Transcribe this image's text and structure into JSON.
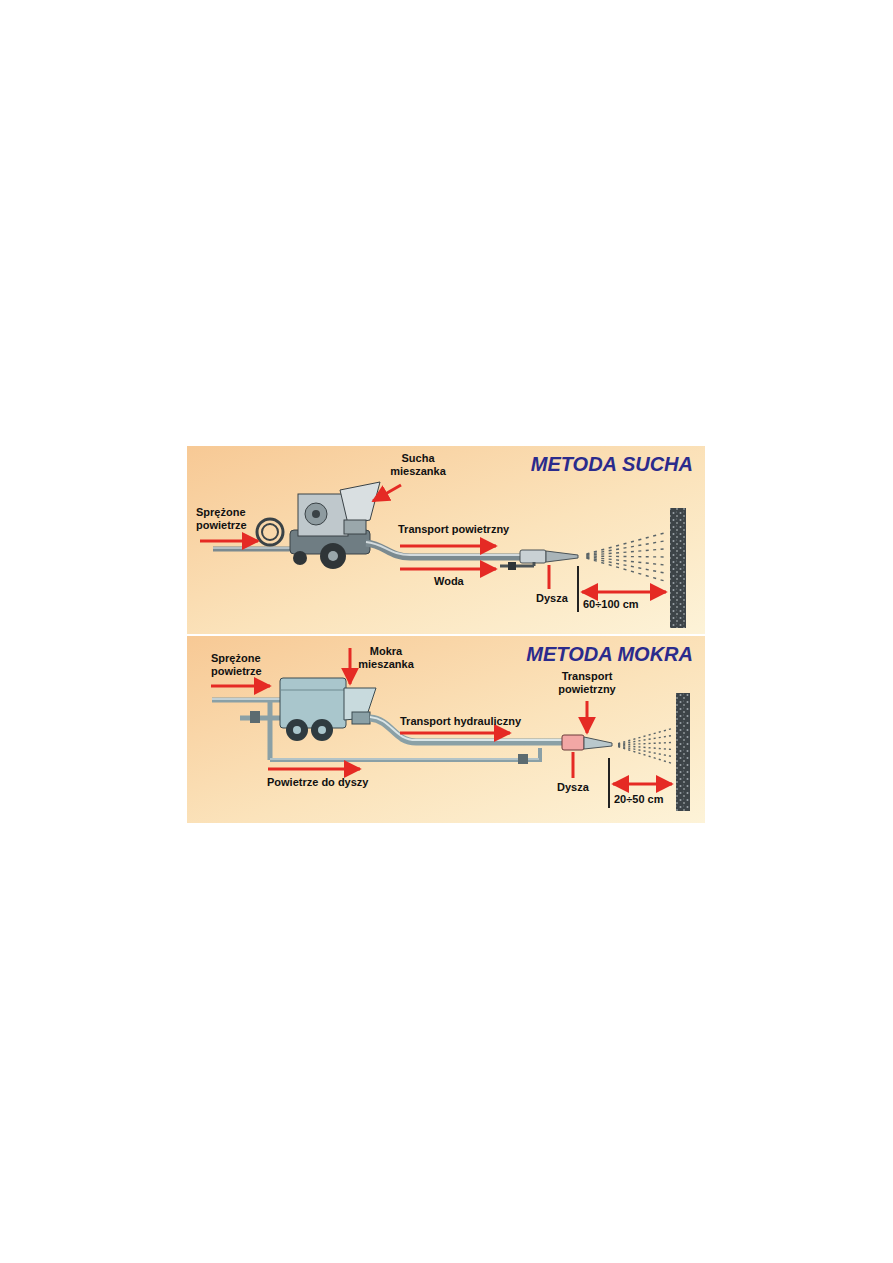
{
  "diagram": {
    "nodes": [
      {
        "text": [
          "METODA SUCHA"
        ]
      },
      {
        "text": [
          "METODA MOKRA"
        ]
      }
    ],
    "labels": [
      "Sucha mieszanka",
      "Sprężone powietrze",
      "Transport powietrzny",
      "Woda",
      "Dysza",
      "60÷100 cm",
      "Mokra mieszanka",
      "Sprężone powietrze",
      "Transport hydrauliczny",
      "Transport powietrzny",
      "Powietrze do dyszy",
      "Dysza",
      "20÷50 cm"
    ]
  }
}
